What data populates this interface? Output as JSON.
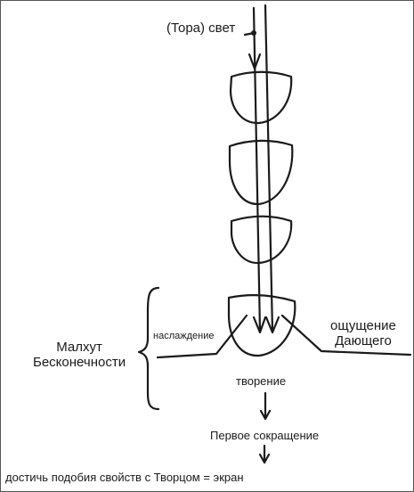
{
  "labels": {
    "light": "(Тора) свет",
    "pleasure": "наслаждение",
    "sensation_line1": "ощущение",
    "sensation_line2": "Дающего",
    "malkhut_line1": "Малхут",
    "malkhut_line2": "Бесконечности",
    "creation": "творение",
    "first_restriction": "Первое сокращение",
    "screen": "достичь подобия свойств с Творцом = экран"
  },
  "colors": {
    "ink": "#1a1a1a",
    "background": "#ffffff",
    "frame": "#555555"
  },
  "icons": {
    "vessels": "vessel-icon",
    "arrows": "arrow-down-icon",
    "brace": "curly-brace-icon"
  }
}
